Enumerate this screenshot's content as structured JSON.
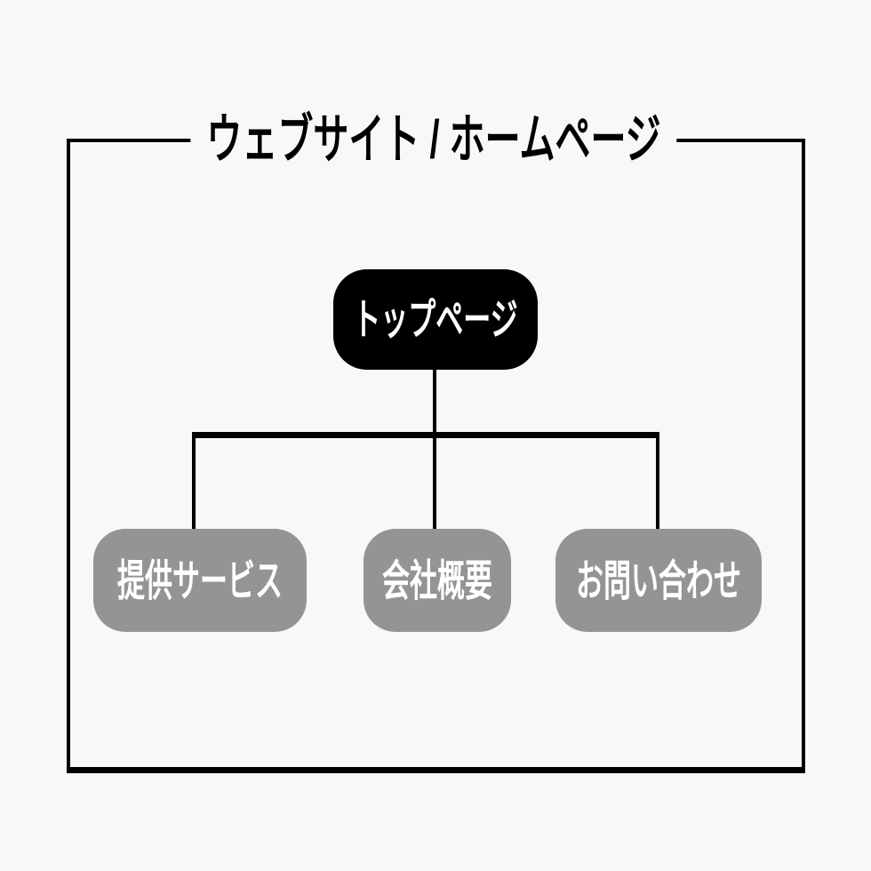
{
  "diagram": {
    "title": "ウェブサイト / ホームページ",
    "root": {
      "label": "トップページ"
    },
    "children": [
      {
        "label": "提供サービス"
      },
      {
        "label": "会社概要"
      },
      {
        "label": "お問い合わせ"
      }
    ],
    "colors": {
      "background": "#f8f8f8",
      "line": "#000000",
      "title_text": "#000000",
      "root_node_bg": "#000000",
      "child_node_bg": "#949494",
      "node_text": "#ffffff"
    }
  }
}
